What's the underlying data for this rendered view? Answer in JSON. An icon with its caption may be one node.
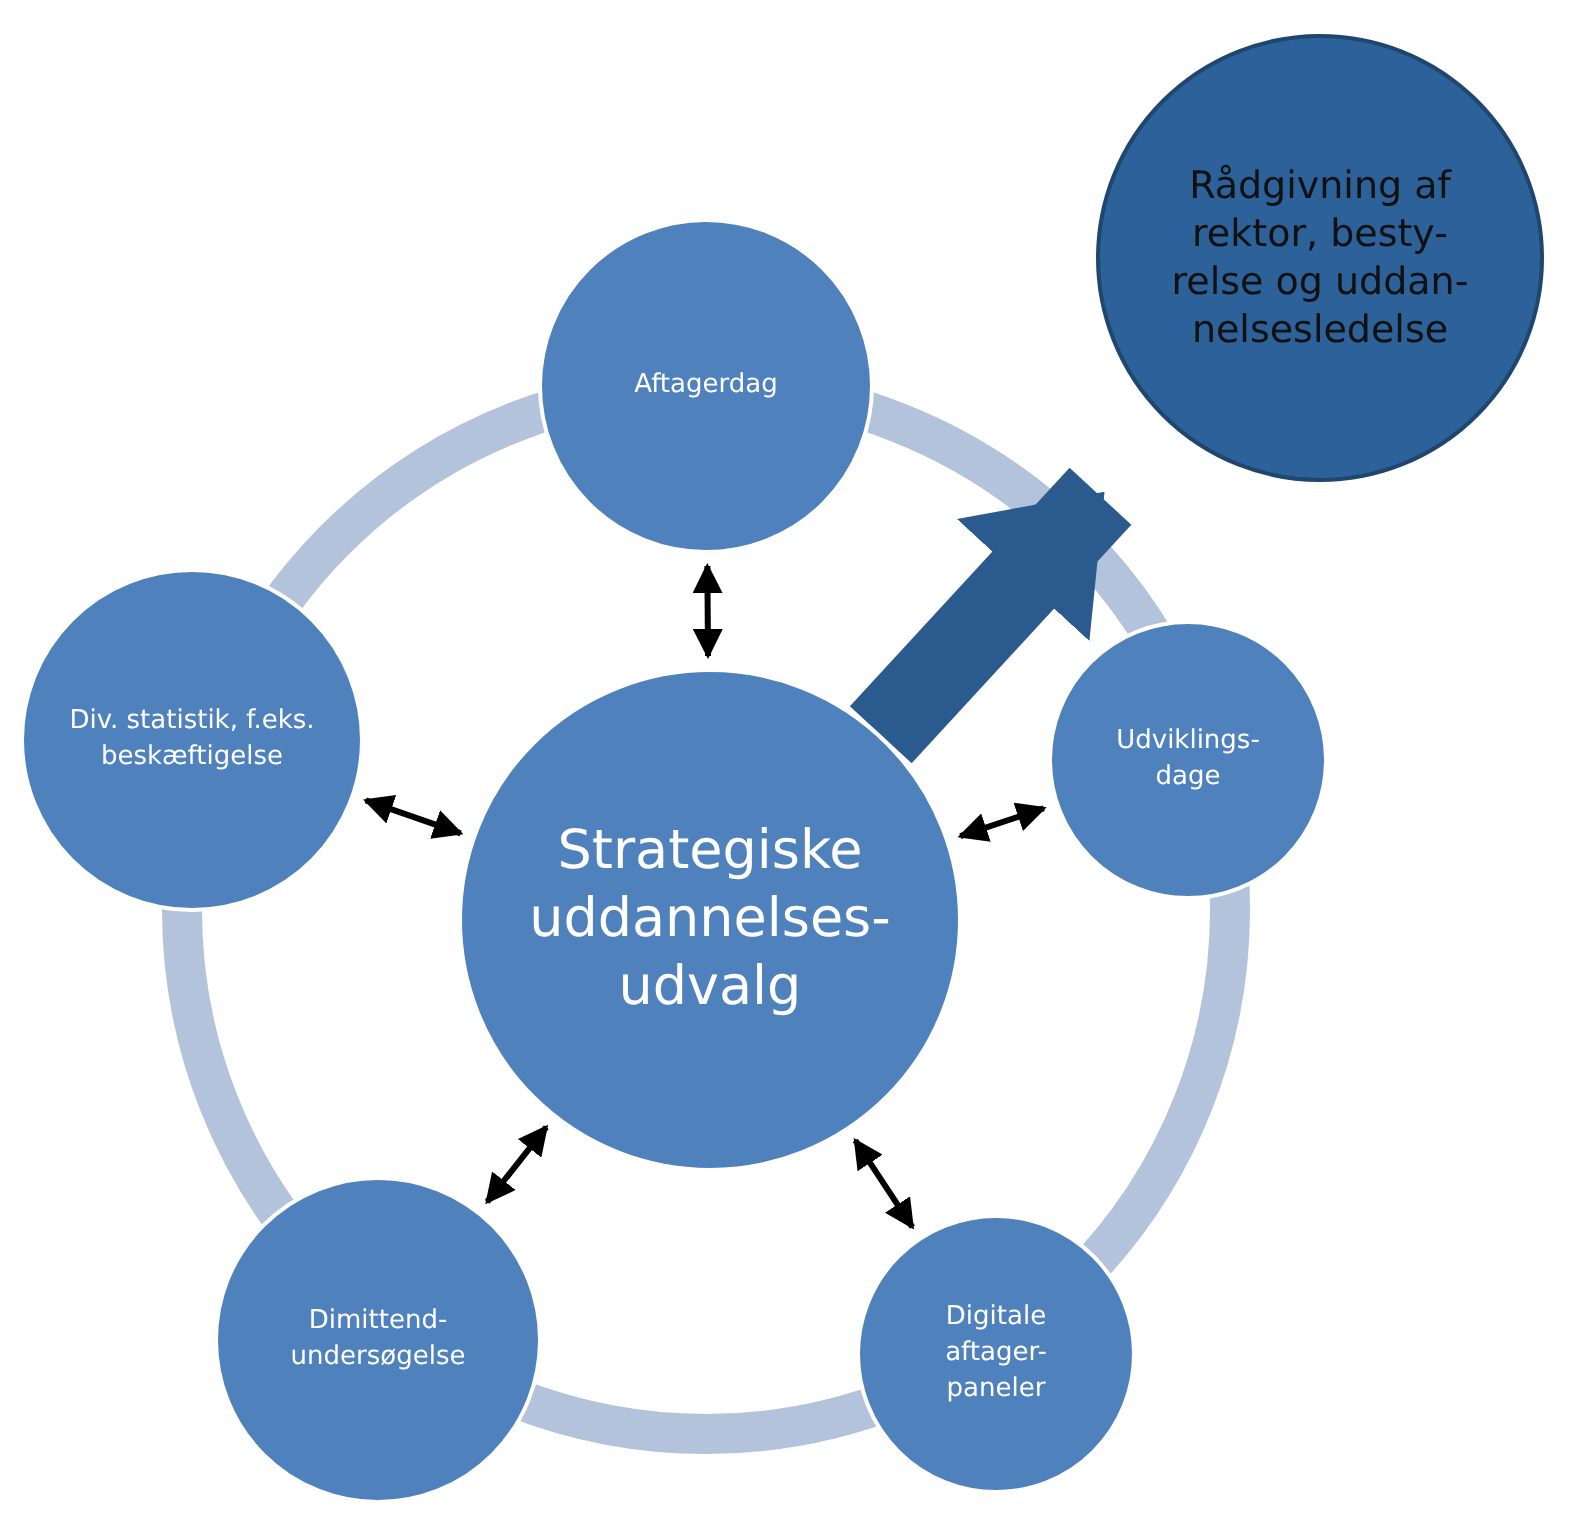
{
  "diagram": {
    "nodes": [
      {
        "text": [
          "Rådgivning af rektor, besty-relse og uddan-nelsesledelse"
        ]
      },
      {
        "text": [
          "Aftagerdag"
        ]
      },
      {
        "text": [
          "Div. statistik, f.eks. beskæftigelse"
        ]
      },
      {
        "text": [
          "Strategiske uddannelses-udvalg"
        ]
      },
      {
        "text": [
          "Udviklings-dage"
        ]
      },
      {
        "text": [
          "Dimittend-undersøgelse"
        ]
      },
      {
        "text": [
          "Digitale aftager-paneler"
        ]
      }
    ],
    "edges": [
      {
        "from": 3,
        "to": 1,
        "arrow": "both"
      },
      {
        "from": 3,
        "to": 2,
        "arrow": "both"
      },
      {
        "from": 3,
        "to": 4,
        "arrow": "both"
      },
      {
        "from": 3,
        "to": 5,
        "arrow": "both"
      },
      {
        "from": 3,
        "to": 6,
        "arrow": "both"
      },
      {
        "from": 3,
        "to": 0,
        "arrow": "to",
        "style": "thick",
        "color": "#2b5a8e"
      }
    ]
  }
}
